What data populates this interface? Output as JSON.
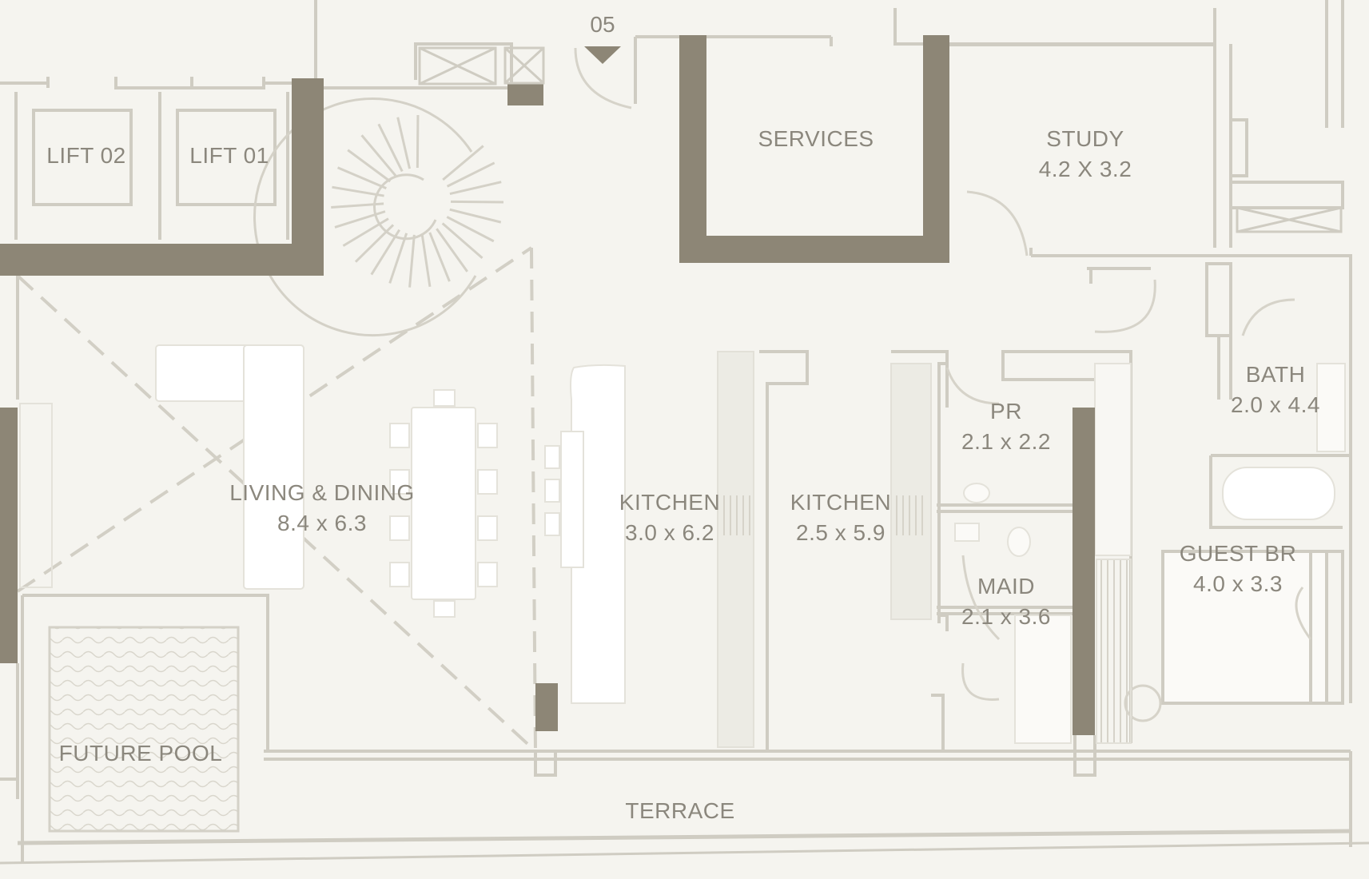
{
  "entry_marker": "05",
  "rooms": {
    "lift_02": {
      "name": "LIFT 02"
    },
    "lift_01": {
      "name": "LIFT 01"
    },
    "services": {
      "name": "SERVICES"
    },
    "study": {
      "name": "STUDY",
      "size": "4.2 X 3.2"
    },
    "living_dining": {
      "name": "LIVING & DINING",
      "size": "8.4 x 6.3"
    },
    "kitchen_1": {
      "name": "KITCHEN",
      "size": "3.0 x 6.2"
    },
    "kitchen_2": {
      "name": "KITCHEN",
      "size": "2.5 x 5.9"
    },
    "pr": {
      "name": "PR",
      "size": "2.1 x 2.2"
    },
    "maid": {
      "name": "MAID",
      "size": "2.1 x 3.6"
    },
    "bath": {
      "name": "BATH",
      "size": "2.0 x 4.4"
    },
    "guest_br": {
      "name": "GUEST BR",
      "size": "4.0 x 3.3"
    },
    "future_pool": {
      "name": "FUTURE POOL"
    },
    "terrace": {
      "name": "TERRACE"
    }
  },
  "colors": {
    "background": "#f5f4ef",
    "thick_wall": "#8d8676",
    "thin_wall": "#cfccc2",
    "label": "#8b877d",
    "furniture": "#ffffff"
  }
}
